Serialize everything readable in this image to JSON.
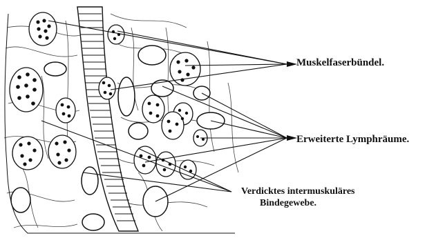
{
  "labels": {
    "muskelfaserbuendel": "Muskelfaserbündel.",
    "erweiterte_lymphraeume": "Erweiterte Lymphräume.",
    "bindegewebe_line1": "Verdicktes intermuskuläres",
    "bindegewebe_line2": "Bindegewebe."
  },
  "colors": {
    "ink": "#111111",
    "paper": "#ffffff"
  }
}
